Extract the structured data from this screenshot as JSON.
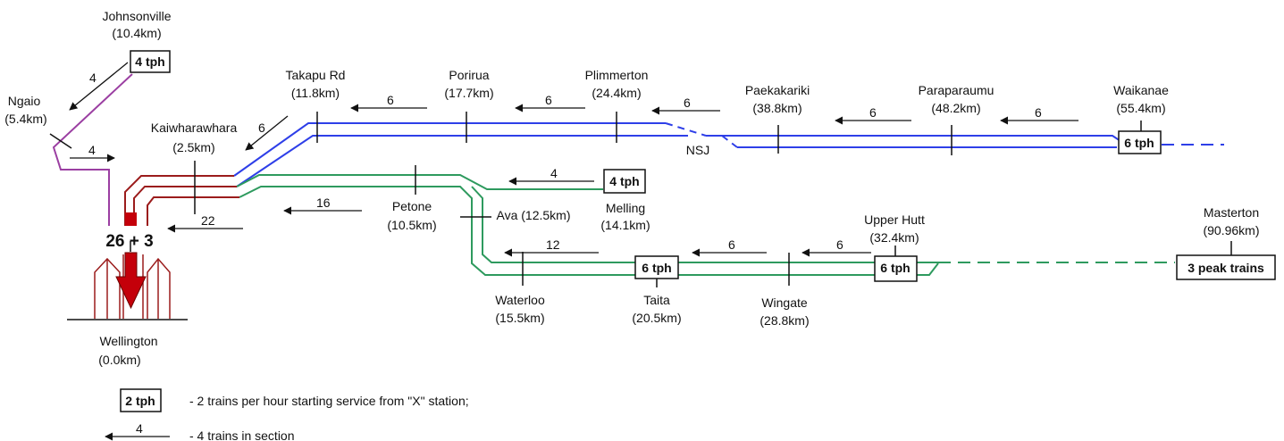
{
  "stations": {
    "johnsonville": {
      "name": "Johnsonville",
      "dist": "(10.4km)"
    },
    "ngaio": {
      "name": "Ngaio",
      "dist": "(5.4km)"
    },
    "kaiwharawhara": {
      "name": "Kaiwharawhara",
      "dist": "(2.5km)"
    },
    "takapu_rd": {
      "name": "Takapu Rd",
      "dist": "(11.8km)"
    },
    "porirua": {
      "name": "Porirua",
      "dist": "(17.7km)"
    },
    "plimmerton": {
      "name": "Plimmerton",
      "dist": "(24.4km)"
    },
    "paekakariki": {
      "name": "Paekakariki",
      "dist": "(38.8km)"
    },
    "paraparaumu": {
      "name": "Paraparaumu",
      "dist": "(48.2km)"
    },
    "waikanae": {
      "name": "Waikanae",
      "dist": "(55.4km)"
    },
    "petone": {
      "name": "Petone",
      "dist": "(10.5km)"
    },
    "ava": {
      "name": "Ava (12.5km)"
    },
    "melling": {
      "name": "Melling",
      "dist": "(14.1km)"
    },
    "waterloo": {
      "name": "Waterloo",
      "dist": "(15.5km)"
    },
    "taita": {
      "name": "Taita",
      "dist": "(20.5km)"
    },
    "wingate": {
      "name": "Wingate",
      "dist": "(28.8km)"
    },
    "upper_hutt": {
      "name": "Upper Hutt",
      "dist": "(32.4km)"
    },
    "masterton": {
      "name": "Masterton",
      "dist": "(90.96km)"
    },
    "wellington": {
      "name": "Wellington",
      "dist": "(0.0km)"
    },
    "nsj": {
      "name": "NSJ"
    }
  },
  "boxes": {
    "johnsonville": "4 tph",
    "waikanae": "6 tph",
    "melling": "4 tph",
    "taita": "6 tph",
    "upper_hutt": "6 tph",
    "masterton": "3 peak trains"
  },
  "section_counts": {
    "johnsonville_ngaio": "4",
    "ngaio_down": "4",
    "kaiwharawhara": "6",
    "takapu_porirua": "6",
    "porirua_plimmerton": "6",
    "plimmerton_nsj": "6",
    "paekakariki_paraparaumu": "6",
    "paraparaumu_waikanae": "6",
    "melling_line": "4",
    "hutt_petone": "16",
    "wellington_approach": "22",
    "waterloo_taita": "12",
    "taita_wingate": "6",
    "wingate_upperhutt": "6"
  },
  "wellington_total": "26 + 3",
  "legend": {
    "box_sample": "2 tph",
    "box_text": "- 2 trains per hour starting service from \"X\" station;",
    "arrow_count": "4",
    "arrow_text": "- 4 trains in section"
  },
  "colors": {
    "johnsonville_line": "#9b3fa2",
    "kapiti_line": "#2e3fe8",
    "hutt_line": "#2e9a5e",
    "wellington_approach": "#9b1c1c",
    "arrow": "#111111"
  }
}
